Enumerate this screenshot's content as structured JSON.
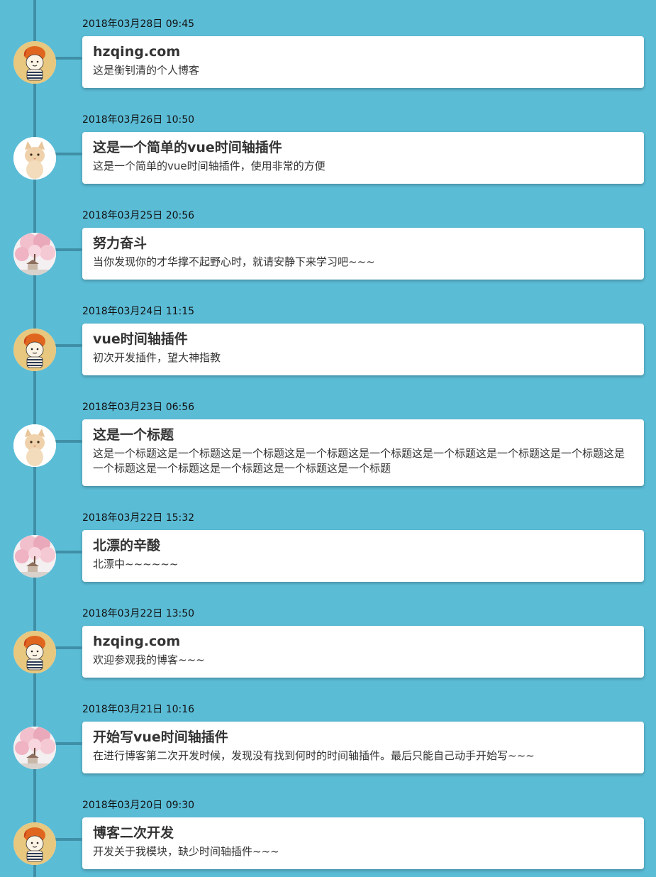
{
  "timeline": {
    "entries": [
      {
        "date": "2018年03月28日 09:45",
        "title": "hzqing.com",
        "text": "这是衡钊清的个人博客",
        "avatar": "cartoon-boy-avatar"
      },
      {
        "date": "2018年03月26日 10:50",
        "title": "这是一个简单的vue时间轴插件",
        "text": "这是一个简单的vue时间轴插件，使用非常的方便",
        "avatar": "cat-avatar"
      },
      {
        "date": "2018年03月25日 20:56",
        "title": "努力奋斗",
        "text": "当你发现你的才华撑不起野心时，就请安静下来学习吧~~~",
        "avatar": "cherry-blossom-avatar"
      },
      {
        "date": "2018年03月24日 11:15",
        "title": "vue时间轴插件",
        "text": "初次开发插件，望大神指教",
        "avatar": "cartoon-boy-avatar"
      },
      {
        "date": "2018年03月23日 06:56",
        "title": "这是一个标题",
        "text": "这是一个标题这是一个标题这是一个标题这是一个标题这是一个标题这是一个标题这是一个标题这是一个标题这是一个标题这是一个标题这是一个标题这是一个标题这是一个标题",
        "avatar": "cat-avatar"
      },
      {
        "date": "2018年03月22日 15:32",
        "title": "北漂的辛酸",
        "text": "北漂中~~~~~~",
        "avatar": "cherry-blossom-avatar"
      },
      {
        "date": "2018年03月22日 13:50",
        "title": "hzqing.com",
        "text": "欢迎参观我的博客~~~",
        "avatar": "cartoon-boy-avatar"
      },
      {
        "date": "2018年03月21日 10:16",
        "title": "开始写vue时间轴插件",
        "text": "在进行博客第二次开发时候，发现没有找到何时的时间轴插件。最后只能自己动手开始写~~~",
        "avatar": "cherry-blossom-avatar"
      },
      {
        "date": "2018年03月20日 09:30",
        "title": "博客二次开发",
        "text": "开发关于我模块，缺少时间轴插件~~~",
        "avatar": "cartoon-boy-avatar"
      }
    ]
  }
}
